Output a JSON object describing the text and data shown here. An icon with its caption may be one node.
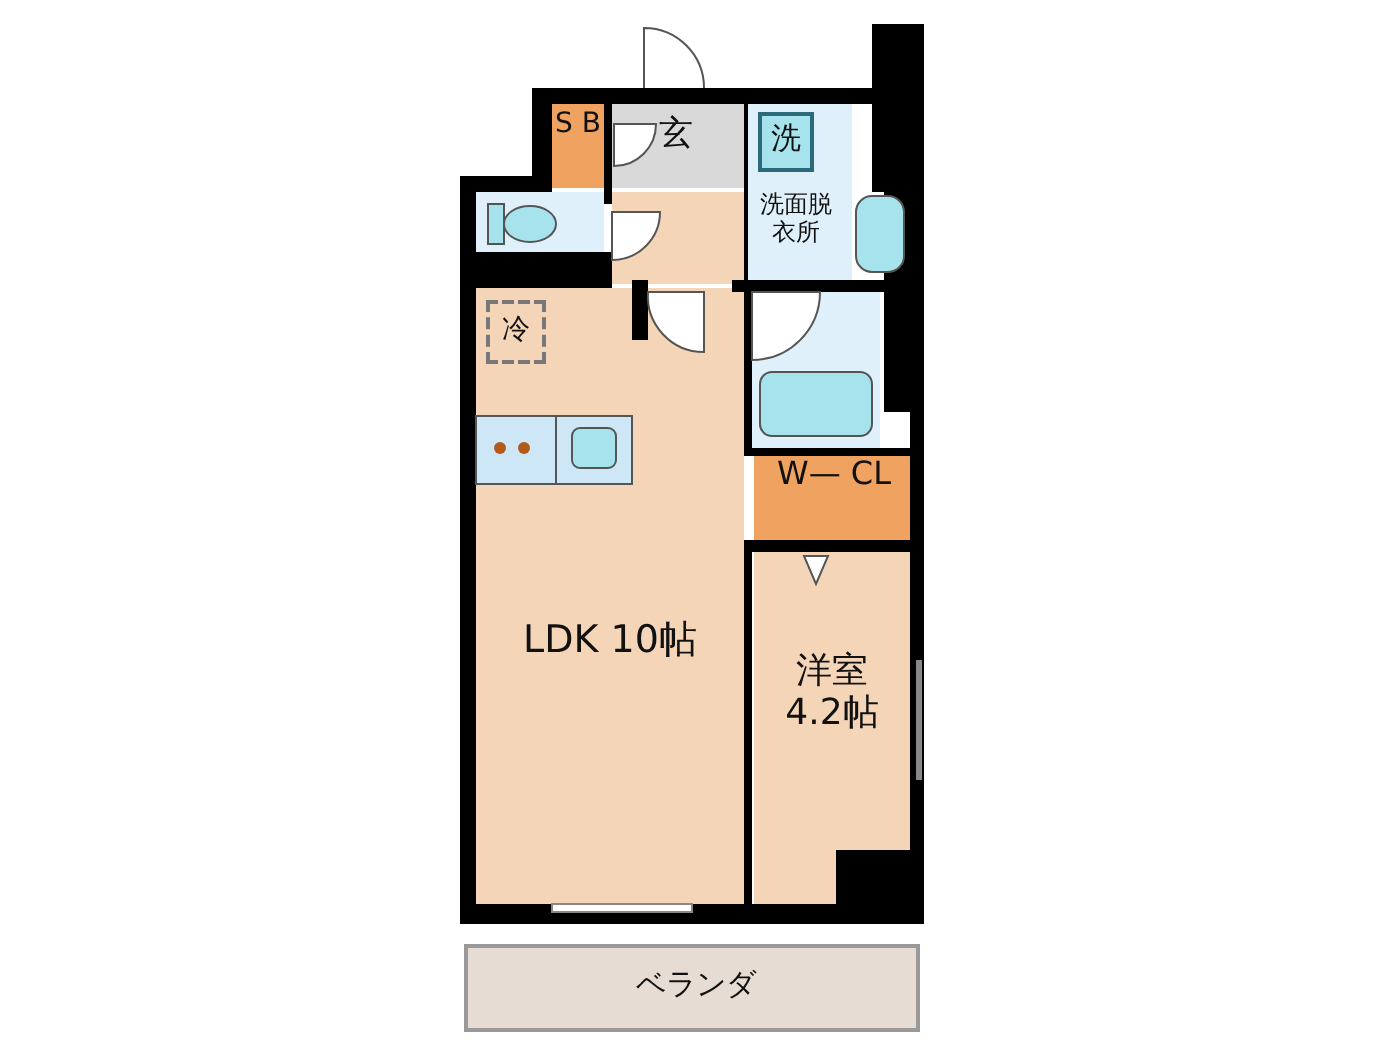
{
  "diagram": {
    "nodes": [
      {
        "text": [
          "S B"
        ]
      },
      {
        "text": [
          "玄"
        ]
      },
      {
        "text": [
          "洗面脱衣所"
        ]
      },
      {
        "text": [
          "洗"
        ],
        "in": 2
      },
      {
        "text": [
          "LDK 10帖"
        ]
      },
      {
        "text": [
          "冷"
        ],
        "in": 4
      },
      {
        "text": [
          "W— CL"
        ]
      },
      {
        "text": [
          "洋室 4.2帖"
        ]
      },
      {
        "text": [
          "ベランダ"
        ]
      }
    ]
  }
}
